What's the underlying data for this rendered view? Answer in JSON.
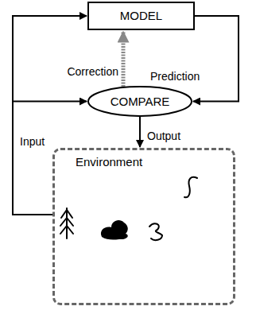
{
  "diagram": {
    "nodes": [
      {
        "text": [
          "MODEL"
        ]
      },
      {
        "text": [
          "COMPARE"
        ]
      },
      {
        "text": [
          "Environment"
        ]
      }
    ],
    "edges": [
      {
        "from": 1,
        "to": 0,
        "arrow": "to",
        "label": "Correction"
      },
      {
        "from": 0,
        "to": 1,
        "arrow": "to",
        "label": "Prediction"
      },
      {
        "from": 1,
        "to": 2,
        "arrow": "to",
        "label": "Output"
      },
      {
        "from": 2,
        "to": 0,
        "arrow": "to",
        "label": "Input"
      },
      {
        "from": 2,
        "to": 1,
        "arrow": "to"
      }
    ]
  }
}
